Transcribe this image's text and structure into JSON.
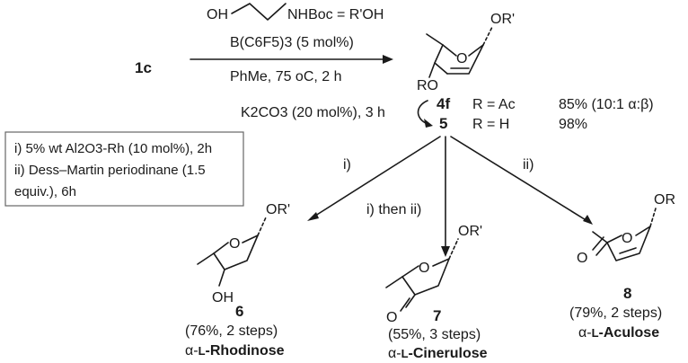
{
  "reagent_top": {
    "oh": "OH",
    "nhboc": "NHBoc",
    "eq": "= R'OH"
  },
  "start_compound": "1c",
  "step1": {
    "catalyst": "B(C6F5)3 (5 mol%)",
    "conditions": "PhMe, 75 oC, 2 h"
  },
  "glycal": {
    "anomeric_sub": "OR'",
    "ring_o": "O",
    "c4_sub": "RO"
  },
  "compound_4f": {
    "label": "4f",
    "r_def": "R = Ac",
    "yield": "85% (10:1 α:β)"
  },
  "compound_5": {
    "label": "5",
    "r_def": "R = H",
    "yield": "98%"
  },
  "step_k2co3": "K2CO3 (20 mol%), 3 h",
  "conditions_box": {
    "line1": "i) 5% wt Al2O3-Rh (10 mol%), 2h",
    "line2": "ii) Dess–Martin periodinane (1.5",
    "line3": "equiv.), 6h"
  },
  "arrow_labels": {
    "left": "i)",
    "middle": "i) then ii)",
    "right": "ii)"
  },
  "product_6": {
    "label": "6",
    "yield": "(76%, 2 steps)",
    "prefix": "α-",
    "config": "L",
    "name": "-Rhodinose",
    "sub_or": "OR'",
    "sub_oh": "OH",
    "ring_o": "O"
  },
  "product_7": {
    "label": "7",
    "yield": "(55%, 3 steps)",
    "prefix": "α-",
    "config": "L",
    "name": "-Cinerulose",
    "sub_or": "OR'",
    "ketone_o": "O",
    "ring_o": "O"
  },
  "product_8": {
    "label": "8",
    "yield": "(79%, 2 steps)",
    "prefix": "α-",
    "config": "L",
    "name": "-Aculose",
    "sub_or": "OR",
    "ketone_o": "O",
    "ring_o": "O"
  }
}
